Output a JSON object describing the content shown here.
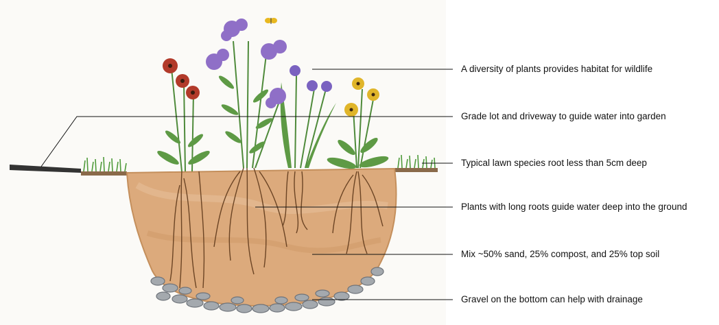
{
  "labels": {
    "diversity": "A diversity of plants provides habitat for wildlife",
    "grade": "Grade lot and driveway to guide water into garden",
    "lawn": "Typical lawn species root less than 5cm deep",
    "roots": "Plants with long roots guide water deep into the ground",
    "mix": "Mix ~50% sand, 25% compost, and 25% top soil",
    "gravel": "Gravel on the bottom can help with drainage"
  },
  "colors": {
    "soil": "#d9a474",
    "soil_dark": "#b77a4a",
    "grass": "#4e9a3a",
    "gravel": "#9aa0a6",
    "purple_flower": "#8f6fc7",
    "red_flower": "#b23a2a",
    "yellow_flower": "#e0b52a",
    "leader_line": "#111111"
  }
}
